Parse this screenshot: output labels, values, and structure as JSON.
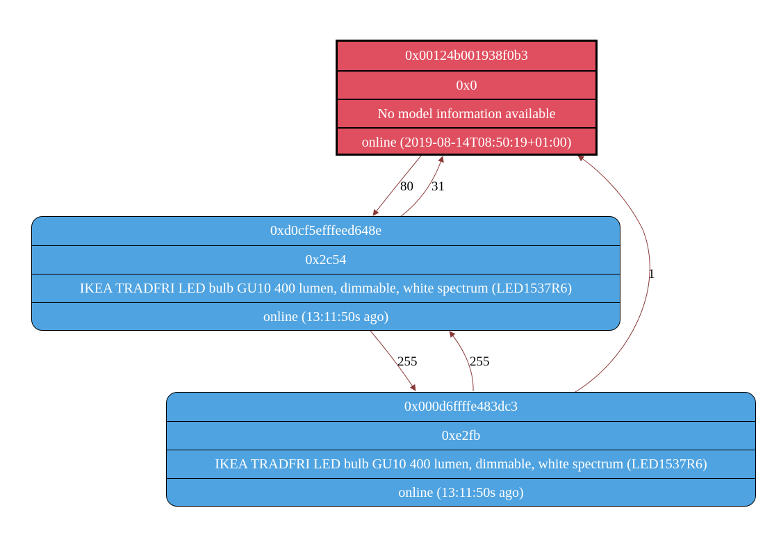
{
  "nodes": [
    {
      "id": "coordinator",
      "role": "coordinator",
      "color": "#e04f5f",
      "rows": [
        "0x00124b001938f0b3",
        "0x0",
        "No model information available",
        "online (2019-08-14T08:50:19+01:00)"
      ]
    },
    {
      "id": "router-1",
      "role": "router",
      "color": "#4fa3e0",
      "rows": [
        "0xd0cf5efffeed648e",
        "0x2c54",
        "IKEA TRADFRI LED bulb GU10 400 lumen, dimmable, white spectrum (LED1537R6)",
        "online (13:11:50s ago)"
      ]
    },
    {
      "id": "router-2",
      "role": "router",
      "color": "#4fa3e0",
      "rows": [
        "0x000d6ffffe483dc3",
        "0xe2fb",
        "IKEA TRADFRI LED bulb GU10 400 lumen, dimmable, white spectrum (LED1537R6)",
        "online (13:11:50s ago)"
      ]
    }
  ],
  "edges": [
    {
      "from": "coordinator",
      "to": "router-1",
      "label": "80"
    },
    {
      "from": "router-1",
      "to": "coordinator",
      "label": "31"
    },
    {
      "from": "router-2",
      "to": "coordinator",
      "label": "1"
    },
    {
      "from": "router-1",
      "to": "router-2",
      "label": "255"
    },
    {
      "from": "router-2",
      "to": "router-1",
      "label": "255"
    }
  ],
  "edge_color": "#8b3a3a"
}
